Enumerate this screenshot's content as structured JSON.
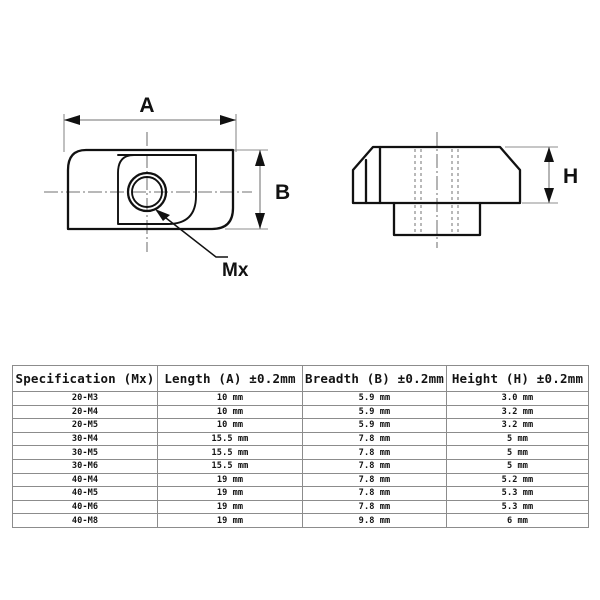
{
  "drawings": {
    "top_view": {
      "name": "top-view-drawing",
      "dimension_a_label": "A",
      "dimension_b_label": "B",
      "callout_label": "Mx"
    },
    "side_view": {
      "name": "side-view-drawing",
      "dimension_h_label": "H"
    }
  },
  "table": {
    "headers": [
      "Specification (Mx)",
      "Length (A) ±0.2mm",
      "Breadth (B) ±0.2mm",
      "Height (H) ±0.2mm"
    ],
    "rows": [
      [
        "20-M3",
        "10 mm",
        "5.9 mm",
        "3.0 mm"
      ],
      [
        "20-M4",
        "10 mm",
        "5.9 mm",
        "3.2 mm"
      ],
      [
        "20-M5",
        "10 mm",
        "5.9 mm",
        "3.2 mm"
      ],
      [
        "30-M4",
        "15.5 mm",
        "7.8 mm",
        "5 mm"
      ],
      [
        "30-M5",
        "15.5 mm",
        "7.8 mm",
        "5 mm"
      ],
      [
        "30-M6",
        "15.5 mm",
        "7.8 mm",
        "5 mm"
      ],
      [
        "40-M4",
        "19 mm",
        "7.8 mm",
        "5.2 mm"
      ],
      [
        "40-M5",
        "19 mm",
        "7.8 mm",
        "5.3 mm"
      ],
      [
        "40-M6",
        "19 mm",
        "7.8 mm",
        "5.3 mm"
      ],
      [
        "40-M8",
        "19 mm",
        "9.8 mm",
        "6 mm"
      ]
    ]
  },
  "colors": {
    "outline": "#111111",
    "hidden_line": "#b9b9b9",
    "center_line": "#8d8d8d",
    "table_border": "#8c8c8c",
    "background": "#ffffff"
  }
}
